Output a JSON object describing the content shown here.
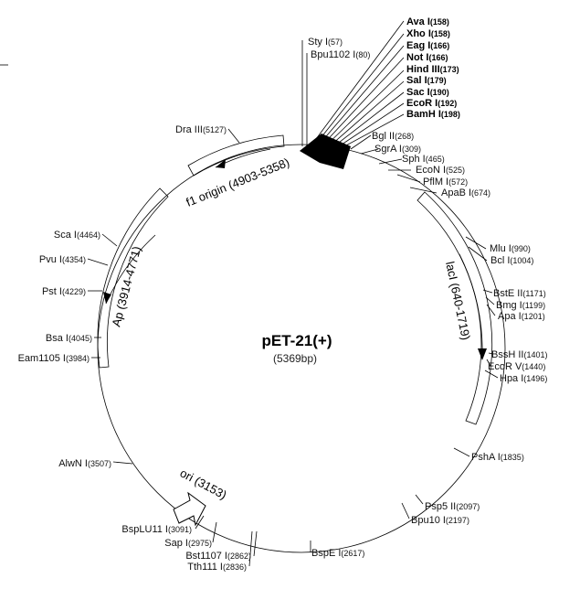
{
  "plasmid": {
    "name": "pET-21(+)",
    "size_label": "(5369bp)"
  },
  "features": [
    {
      "id": "f1",
      "label": "f1 origin (4903-5358)"
    },
    {
      "id": "ap",
      "label": "Ap (3914-4771)"
    },
    {
      "id": "laci",
      "label": "lacI (640-1719)"
    },
    {
      "id": "ori",
      "label": "ori (3153)"
    }
  ],
  "mcs_sites": [
    {
      "name": "Ava I",
      "pos": "(158)"
    },
    {
      "name": "Xho I",
      "pos": "(158)"
    },
    {
      "name": "Eag I",
      "pos": "(166)"
    },
    {
      "name": "Not I",
      "pos": "(166)"
    },
    {
      "name": "Hind III",
      "pos": "(173)"
    },
    {
      "name": "Sal I",
      "pos": "(179)"
    },
    {
      "name": "Sac I",
      "pos": "(190)"
    },
    {
      "name": "EcoR I",
      "pos": "(192)"
    },
    {
      "name": "BamH I",
      "pos": "(198)"
    }
  ],
  "sites": [
    {
      "name": "Sty I",
      "pos": "(57)"
    },
    {
      "name": "Bpu1102 I",
      "pos": "(80)"
    },
    {
      "name": "Bgl II",
      "pos": "(268)"
    },
    {
      "name": "SgrA I",
      "pos": "(309)"
    },
    {
      "name": "Sph I",
      "pos": "(465)"
    },
    {
      "name": "EcoN I",
      "pos": "(525)"
    },
    {
      "name": "PflM I",
      "pos": "(572)"
    },
    {
      "name": "ApaB I",
      "pos": "(674)"
    },
    {
      "name": "Mlu I",
      "pos": "(990)"
    },
    {
      "name": "Bcl I",
      "pos": "(1004)"
    },
    {
      "name": "BstE II",
      "pos": "(1171)"
    },
    {
      "name": "Bmg I",
      "pos": "(1199)"
    },
    {
      "name": "Apa I",
      "pos": "(1201)"
    },
    {
      "name": "BssH II",
      "pos": "(1401)"
    },
    {
      "name": "EcoR V",
      "pos": "(1440)"
    },
    {
      "name": "Hpa I",
      "pos": "(1496)"
    },
    {
      "name": "PshA I",
      "pos": "(1835)"
    },
    {
      "name": "Psp5 II",
      "pos": "(2097)"
    },
    {
      "name": "Bpu10 I",
      "pos": "(2197)"
    },
    {
      "name": "BspE I",
      "pos": "(2617)"
    },
    {
      "name": "Tth111 I",
      "pos": "(2836)"
    },
    {
      "name": "Bst1107 I",
      "pos": "(2862)"
    },
    {
      "name": "Sap I",
      "pos": "(2975)"
    },
    {
      "name": "BspLU11 I",
      "pos": "(3091)"
    },
    {
      "name": "AlwN I",
      "pos": "(3507)"
    },
    {
      "name": "Eam1105 I",
      "pos": "(3984)"
    },
    {
      "name": "Bsa I",
      "pos": "(4045)"
    },
    {
      "name": "Pst I",
      "pos": "(4229)"
    },
    {
      "name": "Pvu I",
      "pos": "(4354)"
    },
    {
      "name": "Sca I",
      "pos": "(4464)"
    },
    {
      "name": "Dra III",
      "pos": "(5127)"
    }
  ]
}
